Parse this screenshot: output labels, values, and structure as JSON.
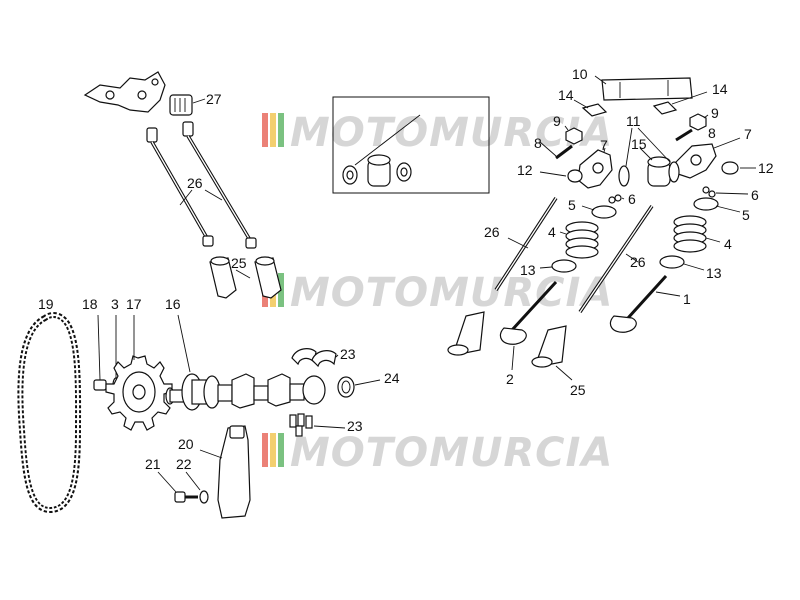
{
  "callouts": {
    "c1": "1",
    "c2": "2",
    "c3": "3",
    "c4a": "4",
    "c4b": "4",
    "c5a": "5",
    "c5b": "5",
    "c6a": "6",
    "c6b": "6",
    "c7a": "7",
    "c7b": "7",
    "c8a": "8",
    "c8b": "8",
    "c9a": "9",
    "c9b": "9",
    "c10": "10",
    "c11": "11",
    "c12a": "12",
    "c12b": "12",
    "c13a": "13",
    "c13b": "13",
    "c14a": "14",
    "c14b": "14",
    "c15": "15",
    "c16": "16",
    "c17": "17",
    "c18": "18",
    "c19": "19",
    "c20": "20",
    "c21": "21",
    "c22": "22",
    "c23a": "23",
    "c23b": "23",
    "c24": "24",
    "c25a": "25",
    "c25b": "25",
    "c26a": "26",
    "c26b": "26",
    "c26c": "26",
    "c27": "27"
  },
  "watermark": {
    "text": "MOTOMURCIA",
    "stripe_colors": [
      "#e5574a",
      "#f0c040",
      "#4fae57"
    ]
  }
}
